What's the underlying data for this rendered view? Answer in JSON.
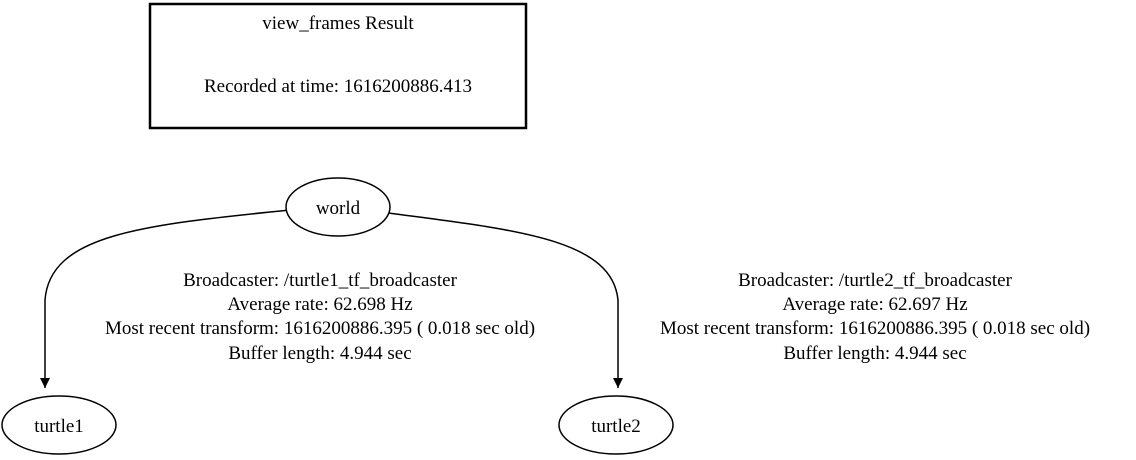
{
  "header": {
    "title": "view_frames Result",
    "recorded": "Recorded at time: 1616200886.413"
  },
  "nodes": {
    "world": "world",
    "turtle1": "turtle1",
    "turtle2": "turtle2"
  },
  "edges": [
    {
      "from": "world",
      "to": "turtle1",
      "broadcaster": "Broadcaster: /turtle1_tf_broadcaster",
      "rate": "Average rate: 62.698 Hz",
      "recent": "Most recent transform: 1616200886.395 ( 0.018 sec old)",
      "buffer": "Buffer length: 4.944 sec"
    },
    {
      "from": "world",
      "to": "turtle2",
      "broadcaster": "Broadcaster: /turtle2_tf_broadcaster",
      "rate": "Average rate: 62.697 Hz",
      "recent": "Most recent transform: 1616200886.395 ( 0.018 sec old)",
      "buffer": "Buffer length: 4.944 sec"
    }
  ]
}
